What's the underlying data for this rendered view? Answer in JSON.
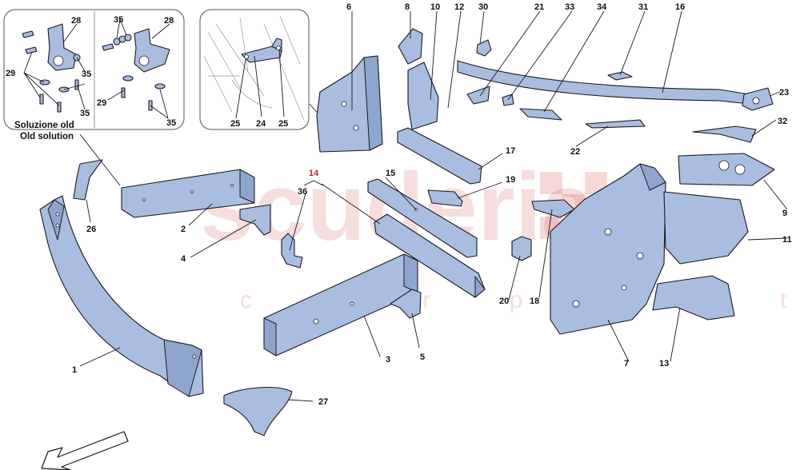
{
  "watermark": {
    "line1": "scuderia",
    "line2": "c a r p a r t s"
  },
  "inset": {
    "caption_line1": "Soluzione old",
    "caption_line2": "Old solution"
  },
  "callouts": {
    "c1": "1",
    "c2": "2",
    "c3": "3",
    "c4": "4",
    "c5": "5",
    "c6": "6",
    "c7": "7",
    "c8": "8",
    "c9": "9",
    "c10": "10",
    "c11": "11",
    "c12": "12",
    "c13": "13",
    "c14": "14",
    "c15": "15",
    "c16": "16",
    "c17": "17",
    "c18": "18",
    "c19": "19",
    "c20": "20",
    "c21": "21",
    "c22": "22",
    "c23": "23",
    "c24": "24",
    "c25a": "25",
    "c25b": "25",
    "c26": "26",
    "c27": "27",
    "c28a": "28",
    "c28b": "28",
    "c29a": "29",
    "c29b": "29",
    "c30": "30",
    "c31": "31",
    "c32": "32",
    "c33": "33",
    "c34": "34",
    "c35a": "35",
    "c35b": "35",
    "c35c": "35",
    "c35d": "35",
    "c36": "36"
  },
  "colors": {
    "part_fill": "#a9bde0",
    "outline": "#1a1a1a",
    "highlight_label": "#d0202a"
  },
  "icons": {
    "direction_arrow": "front-direction-arrow-icon"
  }
}
